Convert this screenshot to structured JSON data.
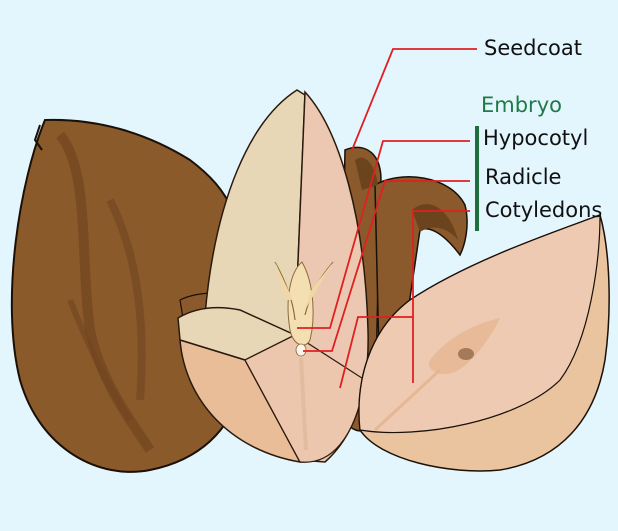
{
  "diagram": {
    "subject": "Seed anatomy (cut-open seed)",
    "background_color": "#e3f5fd",
    "leader_line_color": "#e02020",
    "group_bar_color": "#1f6e3e",
    "labels": {
      "seedcoat": "Seedcoat",
      "embryo_group": "Embryo",
      "hypocotyl": "Hypocotyl",
      "radicle": "Radicle",
      "cotyledons": "Cotyledons"
    },
    "parts": [
      {
        "name": "whole-seed-with-seedcoat",
        "color": "#8b5a2b"
      },
      {
        "name": "seedcoat-peeled",
        "color": "#8a5a2c"
      },
      {
        "name": "halved-seed-inner",
        "color": "#e8d3b4"
      },
      {
        "name": "cotyledon-half",
        "color": "#eccab0"
      },
      {
        "name": "embryo-axis",
        "color": "#f3ddb0"
      }
    ]
  }
}
